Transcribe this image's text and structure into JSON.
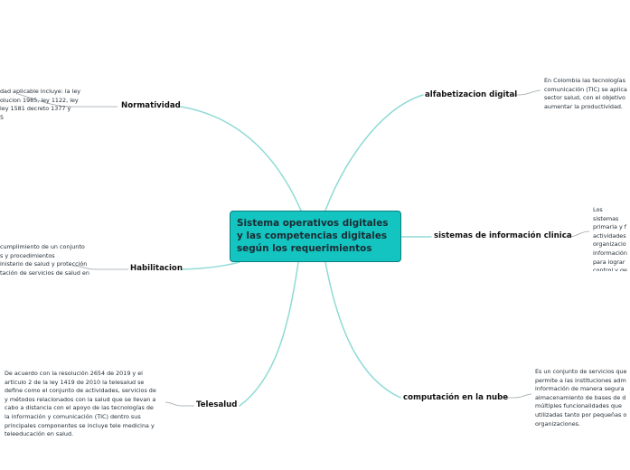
{
  "central": {
    "title": "Sistema operativos digitales y las competencias digitales según los requerimientos"
  },
  "topics": {
    "normatividad": {
      "label": "Normatividad",
      "note": "dad aplicable incluye: la ley\nolucion 1985, ley 1122, ley\nley 1581 decreto 1377 y\n5"
    },
    "habilitacion": {
      "label": "Habilitacion",
      "note": "cumplimiento de un conjunto\ns y procedimientos\ninisterio de salud y protección\ntación de servicios de salud en"
    },
    "telesalud": {
      "label": "Telesalud",
      "note": "De acuerdo con la resolución  2654 de 2019  y el\nartículo 2 de la ley 1419  de 2010 la telesalud se\ndefine como el conjunto de actividades, servicios de\ny métodos relacionados con la salud que se llevan a\ncabo a distancia con el apoyo de las tecnologías de\nla información y comunicación (TIC)  dentro sus\nprincipales componentes  se incluye tele medicina y\nteleeducación   en salud."
    },
    "alfabetizacion": {
      "label": "alfabetizacion digital",
      "note": "En Colombia las tecnologías\ncomunicación (TIC)  se aplica\nsector salud, con el objetivo\naumentar la productividad."
    },
    "sistemas": {
      "label": "sistemas de información clinica",
      "note": "Los sistemas\nprimaria y f\nactividades\norganizacio\ninformación\npara lograr\ncontrol y ge"
    },
    "nube": {
      "label": "computación en la nube",
      "note": "Es un conjunto de servicios que\npermite a las instituciones adm\ninformación de manera segura\nalmacenamiento de bases de d\nmúltiples funcionalidades que\nutilizadas tanto por pequeñas o\norganizaciones."
    }
  },
  "colors": {
    "central_fill": "#13c4c0",
    "central_border": "#0a7f7b",
    "connector": "#8fdad7"
  }
}
